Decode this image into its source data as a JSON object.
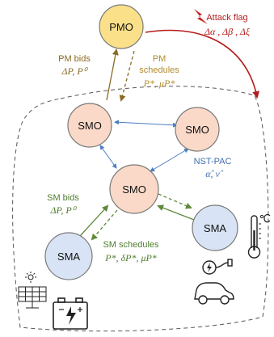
{
  "colors": {
    "pmo_fill": "#fbe08a",
    "smo_fill": "#fad9c8",
    "sma_fill": "#d8e4f5",
    "node_stroke": "#7a7a7a",
    "pm_arrow": "#8a6b22",
    "pm_label": "#b38b2a",
    "sm_arrow": "#5f8a3a",
    "sm_label": "#4e7d2e",
    "nst_arrow": "#4a7dc4",
    "nst_label": "#3f6faf",
    "attack": "#b51c1c",
    "boundary": "#555555"
  },
  "nodes": {
    "pmo": "PMO",
    "smo_top_left": "SMO",
    "smo_top_right": "SMO",
    "smo_center": "SMO",
    "sma_left": "SMA",
    "sma_right": "SMA"
  },
  "labels": {
    "attack_title": "Attack flag",
    "attack_vars": "Δα , Δβ , Δξ",
    "pm_bids_title": "PM bids",
    "pm_bids_vars": "ΔP, P⁰",
    "pm_schedules_title1": "PM",
    "pm_schedules_title2": "schedules",
    "pm_schedules_vars": "P*, μP*",
    "nst_title": "NST-PAC",
    "nst_vars": "α̂, ν̂",
    "sm_bids_title": "SM bids",
    "sm_bids_vars": "ΔP, P⁰",
    "sm_schedules_title": "SM schedules",
    "sm_schedules_vars": "P*, δP*, μP*"
  },
  "icons": [
    "lightning-icon",
    "solar-panel-icon",
    "battery-icon",
    "electric-car-icon",
    "thermometer-icon"
  ]
}
